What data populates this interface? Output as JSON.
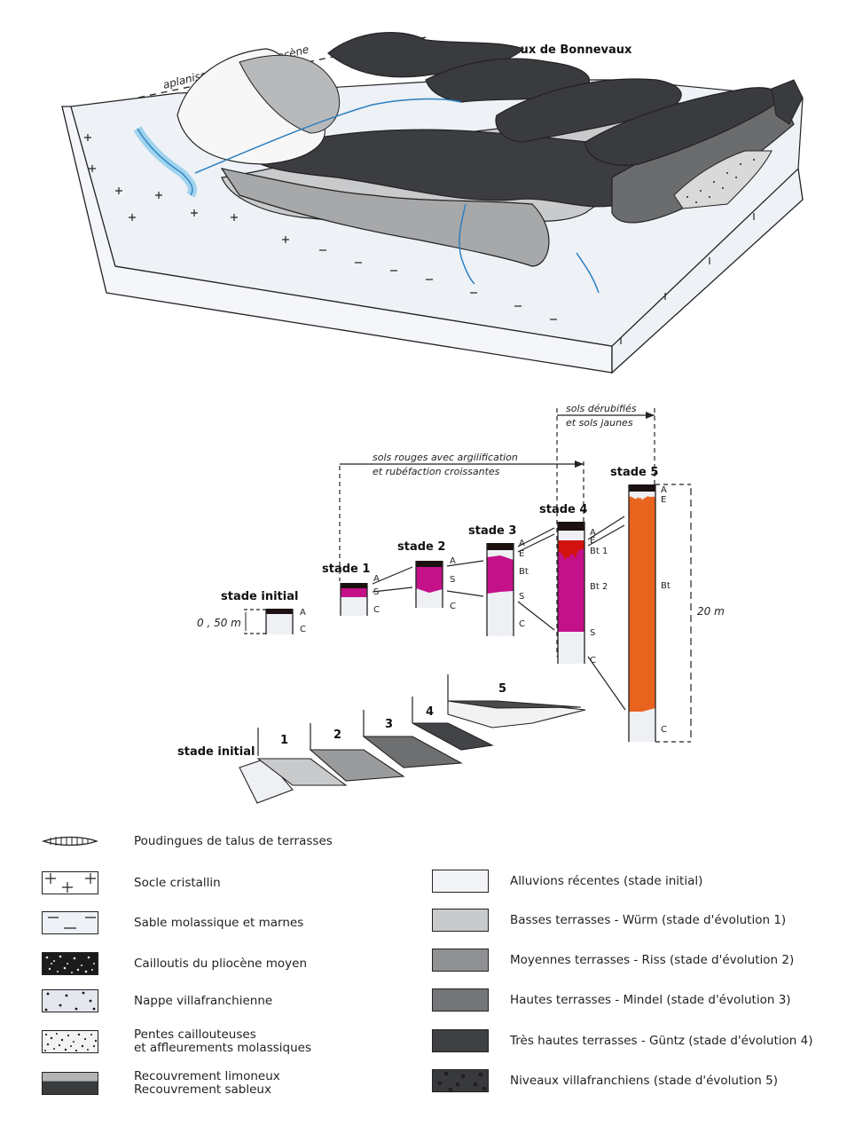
{
  "block_diagram": {
    "title": "Plateaux de Bonnevaux",
    "surface_label": "aplanissement mio-pliocène",
    "colors": {
      "water": "#9fd3ee",
      "river_line": "#2a7fc1",
      "alluvions": "#eef1f6",
      "low_terrace": "#c9cacc",
      "mid_terrace": "#a7a8aa",
      "high_terrace": "#6b6c6e",
      "very_high_terrace": "#3c3d40",
      "villafranchien": "#2d2e31"
    }
  },
  "soil_profiles": {
    "annotation_red_soils": [
      "sols rouges avec argilification",
      "et rubéfaction croissantes"
    ],
    "annotation_yellow_soils": [
      "sols dérubifiés",
      "et sols jaunes"
    ],
    "scale_initial": "0 , 50 m",
    "scale_stade5": "20 m",
    "stages": [
      {
        "name": "stade initial",
        "horizons": [
          "A",
          "C"
        ]
      },
      {
        "name": "stade 1",
        "horizons": [
          "A",
          "S",
          "C"
        ]
      },
      {
        "name": "stade 2",
        "horizons": [
          "A",
          "S",
          "C"
        ]
      },
      {
        "name": "stade 3",
        "horizons": [
          "A",
          "E",
          "Bt",
          "S",
          "C"
        ]
      },
      {
        "name": "stade 4",
        "horizons": [
          "A",
          "E",
          "Bt 1",
          "Bt 2",
          "S",
          "C"
        ]
      },
      {
        "name": "stade 5",
        "horizons": [
          "A",
          "E",
          "Bt",
          "C"
        ]
      }
    ],
    "colors": {
      "humus": "#1c1010",
      "magenta": "#c4118a",
      "red": "#d2120e",
      "orange": "#e8641e",
      "parent": "#eef0f4"
    }
  },
  "terrace_steps": {
    "labels": [
      "stade initial",
      "1",
      "2",
      "3",
      "4",
      "5"
    ]
  },
  "legend": {
    "left": [
      {
        "label": "Poudingues de talus de terrasses",
        "pattern": "talus"
      },
      {
        "label": "Socle cristallin",
        "pattern": "crosses"
      },
      {
        "label": "Sable molassique et marnes",
        "pattern": "dashes"
      },
      {
        "label": "Cailloutis du pliocène moyen",
        "pattern": "dark-gravel"
      },
      {
        "label": "Nappe villafranchienne",
        "pattern": "dots"
      },
      {
        "label": "Pentes caillouteuses",
        "label2": "et affleurements molassiques",
        "pattern": "light-gravel"
      },
      {
        "label": "Recouvrement limoneux",
        "label2": "Recouvrement sableux",
        "pattern": "two-tone"
      }
    ],
    "right": [
      {
        "label": "Alluvions récentes  (stade initial)",
        "color": "#f3f4f7"
      },
      {
        "label": "Basses terrasses - Würm  (stade d'évolution 1)",
        "color": "#c9cacc"
      },
      {
        "label": "Moyennes terrasses - Riss  (stade d'évolution 2)",
        "color": "#8f9092"
      },
      {
        "label": "Hautes terrasses - Mindel  (stade d'évolution 3)",
        "color": "#747577"
      },
      {
        "label": "Très hautes terrasses - Güntz  (stade d'évolution 4)",
        "color": "#3f4043"
      },
      {
        "label": "Niveaux villafranchiens  (stade d'évolution 5)",
        "color": "#38393c",
        "dots": true
      }
    ]
  }
}
